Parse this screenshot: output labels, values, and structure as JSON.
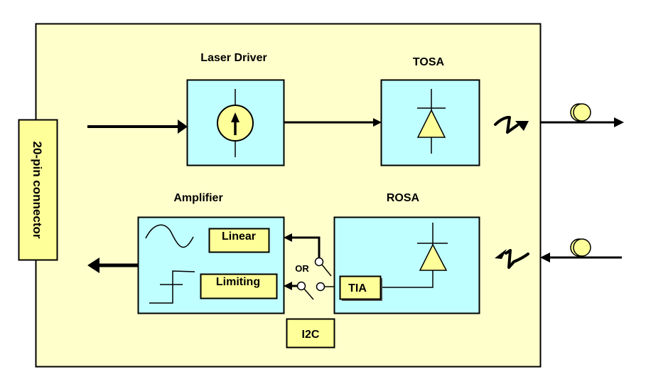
{
  "diagram": {
    "type": "block-diagram",
    "title": "Optical transceiver module block diagram",
    "colors": {
      "module_fill": "#FFFFCC",
      "block_fill": "#C0FFFF",
      "component_fill": "#FFFF99",
      "stroke": "#000000",
      "background": "#FFFFFF"
    },
    "connector": {
      "label": "20-pin connector"
    },
    "blocks": {
      "laser_driver": {
        "label": "Laser Driver",
        "icon": "current-source-icon"
      },
      "tosa": {
        "label": "TOSA",
        "icon": "laser-diode-icon"
      },
      "amplifier": {
        "label": "Amplifier",
        "modes": [
          {
            "label": "Linear",
            "icon": "sine-wave-icon"
          },
          {
            "label": "Limiting",
            "icon": "step-limiting-icon"
          }
        ]
      },
      "rosa": {
        "label": "ROSA",
        "icon": "photodiode-icon",
        "sub_block": {
          "label": "TIA"
        }
      },
      "i2c": {
        "label": "I2C"
      }
    },
    "switch": {
      "label": "OR"
    },
    "connections": [
      {
        "from": "20-pin connector",
        "to": "Laser Driver"
      },
      {
        "from": "Laser Driver",
        "to": "TOSA"
      },
      {
        "from": "TOSA",
        "to": "fiber-out",
        "medium": "optical"
      },
      {
        "from": "fiber-in",
        "to": "ROSA",
        "medium": "optical"
      },
      {
        "from": "TIA",
        "to": "Linear",
        "via": "switch"
      },
      {
        "from": "TIA",
        "to": "Limiting",
        "via": "switch"
      },
      {
        "from": "Amplifier",
        "to": "20-pin connector"
      }
    ]
  }
}
